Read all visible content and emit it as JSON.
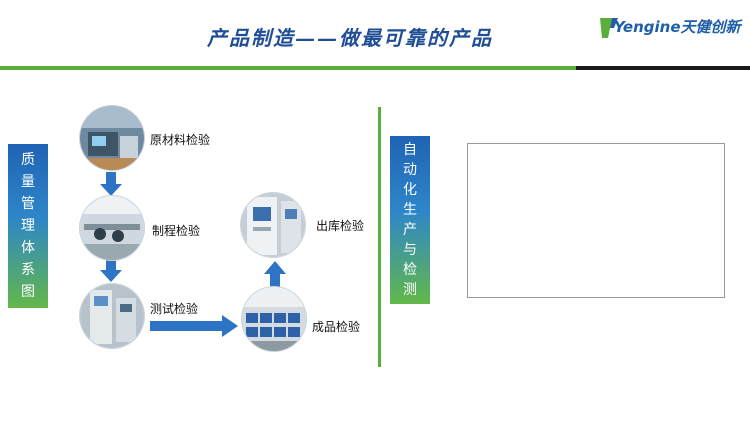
{
  "header": {
    "title": "产品制造——做最可靠的产品",
    "logo_text": "Yengine天健创新"
  },
  "left_panel": {
    "side_label": [
      "质",
      "量",
      "管",
      "理",
      "体",
      "系",
      "图"
    ],
    "steps": {
      "raw_material": "原材料检验",
      "process": "制程检验",
      "test": "测试检验",
      "finished": "成品检验",
      "outbound": "出库检验"
    }
  },
  "right_panel": {
    "side_label": [
      "自",
      "动",
      "化",
      "生",
      "产",
      "与",
      "检",
      "测"
    ]
  },
  "colors": {
    "title_blue": "#1f4e96",
    "accent_green": "#5cae3a",
    "arrow_blue": "#2d74c4"
  }
}
